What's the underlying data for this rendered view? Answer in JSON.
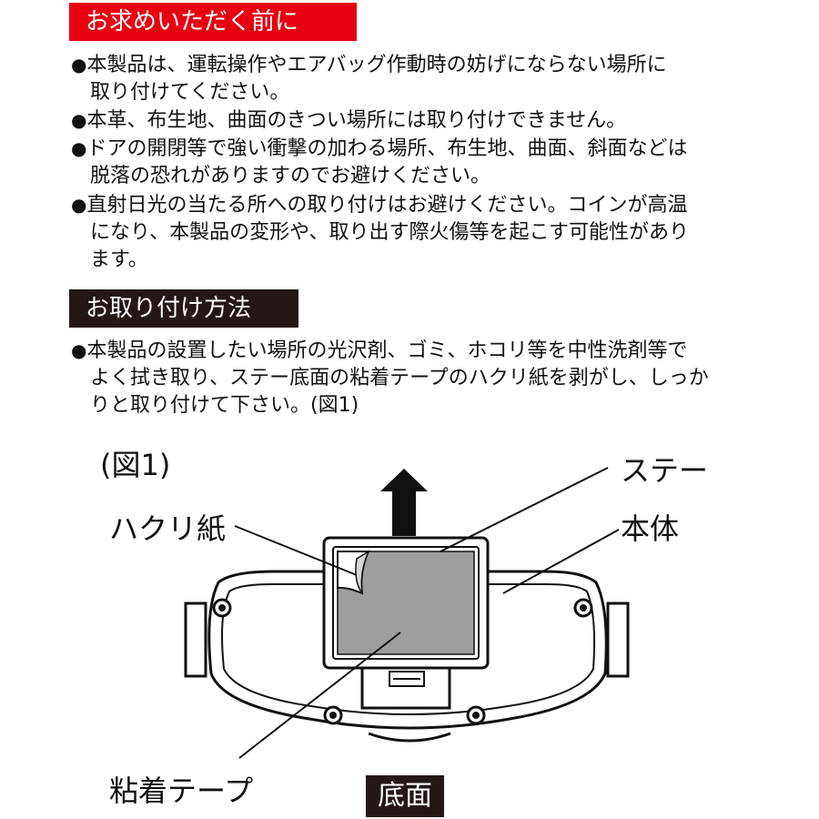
{
  "sections": {
    "before_purchase": {
      "heading": "お求めいただく前に",
      "items": [
        {
          "bullet": "●",
          "lines": [
            "本製品は、運転操作やエアバッグ作動時の妨げにならない場所に",
            "取り付けてください。"
          ]
        },
        {
          "bullet": "●",
          "lines": [
            "本革、布生地、曲面のきつい場所には取り付けできません。"
          ]
        },
        {
          "bullet": "●",
          "lines": [
            "ドアの開閉等で強い衝撃の加わる場所、布生地、曲面、斜面などは",
            "脱落の恐れがありますのでお避けください。"
          ]
        },
        {
          "bullet": "●",
          "lines": [
            "直射日光の当たる所への取り付けはお避けください。コインが高温",
            "になり、本製品の変形や、取り出す際火傷等を起こす可能性があり",
            "ます。"
          ]
        }
      ]
    },
    "installation": {
      "heading": "お取り付け方法",
      "items": [
        {
          "bullet": "●",
          "lines": [
            "本製品の設置したい場所の光沢剤、ゴミ、ホコリ等を中性洗剤等で",
            "よく拭き取り、ステー底面の粘着テープのハクリ紙を剥がし、しっか",
            "りと取り付けて下さい。(図1)"
          ]
        }
      ]
    }
  },
  "figure": {
    "caption": "(図1)",
    "labels": {
      "stay": "ステー",
      "body": "本体",
      "release_paper": "ハクリ紙",
      "adhesive_tape": "粘着テープ",
      "bottom": "底面"
    }
  },
  "colors": {
    "heading_red": "#e60012",
    "heading_dark": "#231815",
    "tape_gray": "#9e9e9e"
  }
}
